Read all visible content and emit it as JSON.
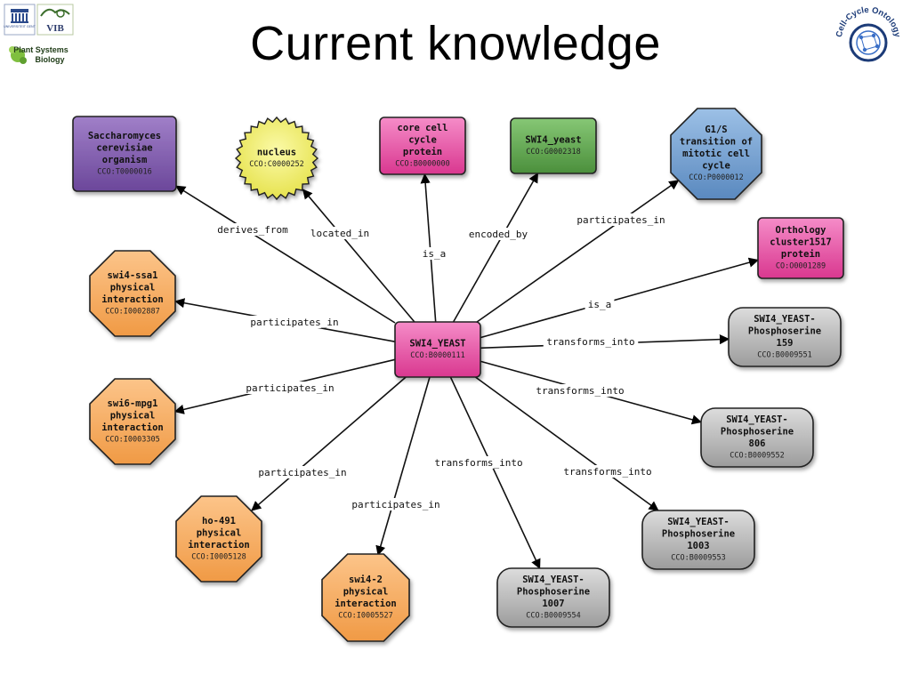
{
  "slide": {
    "title": "Current knowledge"
  },
  "logos": {
    "left_top_text": "UNIVERSITEIT GENT",
    "left_top_right_text": "VIB",
    "left_bottom_line1": "Plant Systems",
    "left_bottom_line2": "Biology",
    "right_text": "Cell-Cycle Ontology"
  },
  "colors": {
    "magenta": "#e64fa6",
    "purple": "#7e5aa8",
    "yellow": "#f3f07a",
    "green": "#5da44e",
    "blue": "#6e9ccc",
    "orange": "#f7ad63",
    "gray": "#b3b3b3"
  },
  "diagram": {
    "nodes": [
      {
        "id": "center",
        "lines": [
          "SWI4_YEAST"
        ],
        "cco": "CCO:B0000111",
        "shape": "rect",
        "color": "magenta"
      },
      {
        "id": "saccharomyces",
        "lines": [
          "Saccharomyces",
          "cerevisiae",
          "organism"
        ],
        "cco": "CCO:T0000016",
        "shape": "rect",
        "color": "purple"
      },
      {
        "id": "nucleus",
        "lines": [
          "nucleus"
        ],
        "cco": "CCO:C0000252",
        "shape": "seal",
        "color": "yellow"
      },
      {
        "id": "core",
        "lines": [
          "core cell",
          "cycle",
          "protein"
        ],
        "cco": "CCO:B0000000",
        "shape": "rect",
        "color": "magenta"
      },
      {
        "id": "swi4yeast",
        "lines": [
          "SWI4_yeast"
        ],
        "cco": "CCO:G0002318",
        "shape": "rect",
        "color": "green"
      },
      {
        "id": "g1s",
        "lines": [
          "G1/S",
          "transition of",
          "mitotic cell",
          "cycle"
        ],
        "cco": "CCO:P0000012",
        "shape": "octagon",
        "color": "blue"
      },
      {
        "id": "orthology",
        "lines": [
          "Orthology",
          "cluster1517",
          "protein"
        ],
        "cco": "CO:O0001289",
        "shape": "rect",
        "color": "magenta"
      },
      {
        "id": "ph159",
        "lines": [
          "SWI4_YEAST-",
          "Phosphoserine",
          "159"
        ],
        "cco": "CCO:B0009551",
        "shape": "rounded",
        "color": "gray"
      },
      {
        "id": "ph806",
        "lines": [
          "SWI4_YEAST-",
          "Phosphoserine",
          "806"
        ],
        "cco": "CCO:B0009552",
        "shape": "rounded",
        "color": "gray"
      },
      {
        "id": "ph1003",
        "lines": [
          "SWI4_YEAST-",
          "Phosphoserine",
          "1003"
        ],
        "cco": "CCO:B0009553",
        "shape": "rounded",
        "color": "gray"
      },
      {
        "id": "ph1007",
        "lines": [
          "SWI4_YEAST-",
          "Phosphoserine",
          "1007"
        ],
        "cco": "CCO:B0009554",
        "shape": "rounded",
        "color": "gray"
      },
      {
        "id": "swi42",
        "lines": [
          "swi4-2",
          "physical",
          "interaction"
        ],
        "cco": "CCO:I0005527",
        "shape": "octagon",
        "color": "orange"
      },
      {
        "id": "ho491",
        "lines": [
          "ho-491",
          "physical",
          "interaction"
        ],
        "cco": "CCO:I0005128",
        "shape": "octagon",
        "color": "orange"
      },
      {
        "id": "swi6",
        "lines": [
          "swi6-mpg1",
          "physical",
          "interaction"
        ],
        "cco": "CCO:I0003305",
        "shape": "octagon",
        "color": "orange"
      },
      {
        "id": "ssa1",
        "lines": [
          "swi4-ssa1",
          "physical",
          "interaction"
        ],
        "cco": "CCO:I0002887",
        "shape": "octagon",
        "color": "orange"
      }
    ],
    "edges": [
      {
        "to": "saccharomyces",
        "label": "derives_from"
      },
      {
        "to": "nucleus",
        "label": "located_in"
      },
      {
        "to": "core",
        "label": "is_a"
      },
      {
        "to": "swi4yeast",
        "label": "encoded_by"
      },
      {
        "to": "g1s",
        "label": "participates_in"
      },
      {
        "to": "orthology",
        "label": "is_a"
      },
      {
        "to": "ph159",
        "label": "transforms_into"
      },
      {
        "to": "ph806",
        "label": "transforms_into"
      },
      {
        "to": "ph1003",
        "label": "transforms_into"
      },
      {
        "to": "ph1007",
        "label": "transforms_into"
      },
      {
        "to": "swi42",
        "label": "participates_in"
      },
      {
        "to": "ho491",
        "label": "participates_in"
      },
      {
        "to": "swi6",
        "label": "participates_in"
      },
      {
        "to": "ssa1",
        "label": "participates_in"
      }
    ]
  }
}
